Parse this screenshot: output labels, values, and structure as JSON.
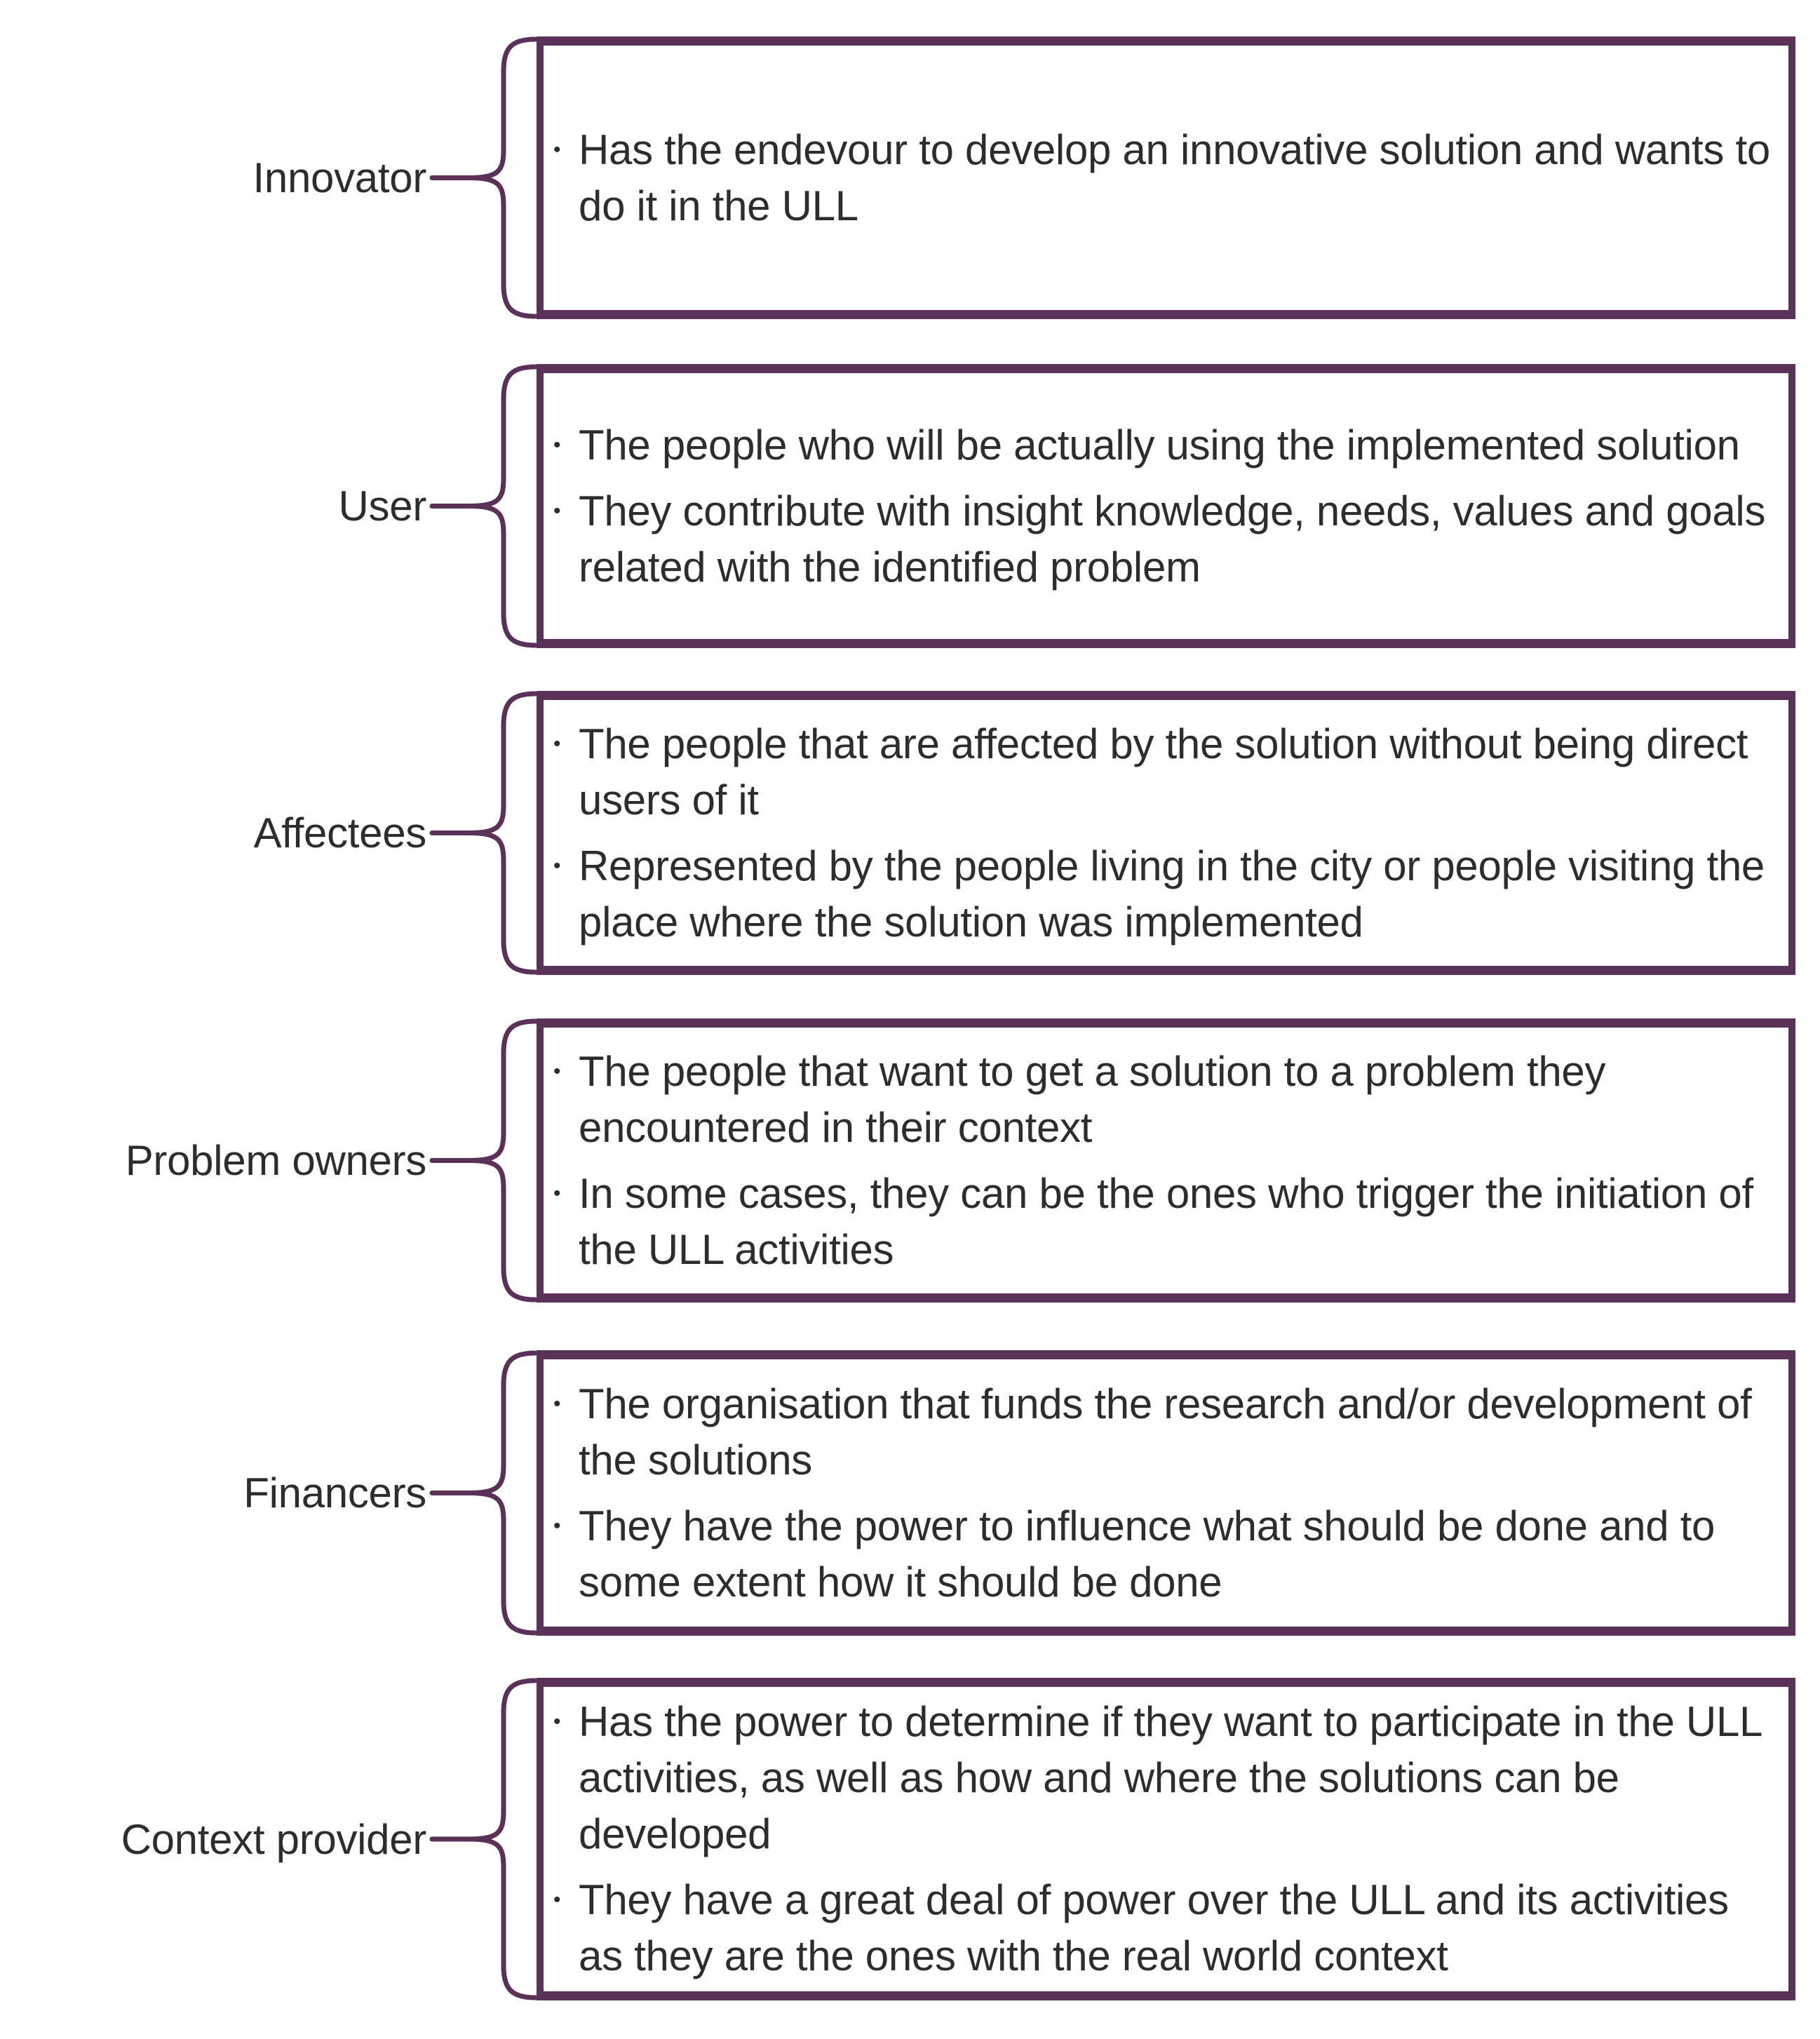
{
  "bullet_char": "•",
  "colors": {
    "accent": "#5a3157",
    "text": "#2d2d2d",
    "background": "#ffffff"
  },
  "rows": [
    {
      "label": "Innovator",
      "bullets": [
        "Has the endevour to develop an innovative solution and wants to do it in the ULL"
      ]
    },
    {
      "label": "User",
      "bullets": [
        "The people who will be actually using the implemented solution",
        "They contribute with insight knowledge, needs, values and goals related with the identified problem"
      ]
    },
    {
      "label": "Affectees",
      "bullets": [
        "The people that are affected by the solution without being direct users of it",
        "Represented by the people living in the city or people visiting the place where the solution was implemented"
      ]
    },
    {
      "label": "Problem owners",
      "bullets": [
        "The people that want to get a solution to a problem they encountered in their context",
        "In some cases, they can be the ones who trigger the initiation of the ULL activities"
      ]
    },
    {
      "label": "Financers",
      "bullets": [
        "The organisation that funds the research and/or development of the solutions",
        "They have the power to influence what should be done and to some extent how it should be done"
      ]
    },
    {
      "label": "Context provider",
      "bullets": [
        "Has the power to determine if they want to participate in the ULL activities, as well as how and where the solutions can be developed",
        "They have a great deal of power over the ULL and its activities as they are the ones with the real world context"
      ]
    }
  ]
}
